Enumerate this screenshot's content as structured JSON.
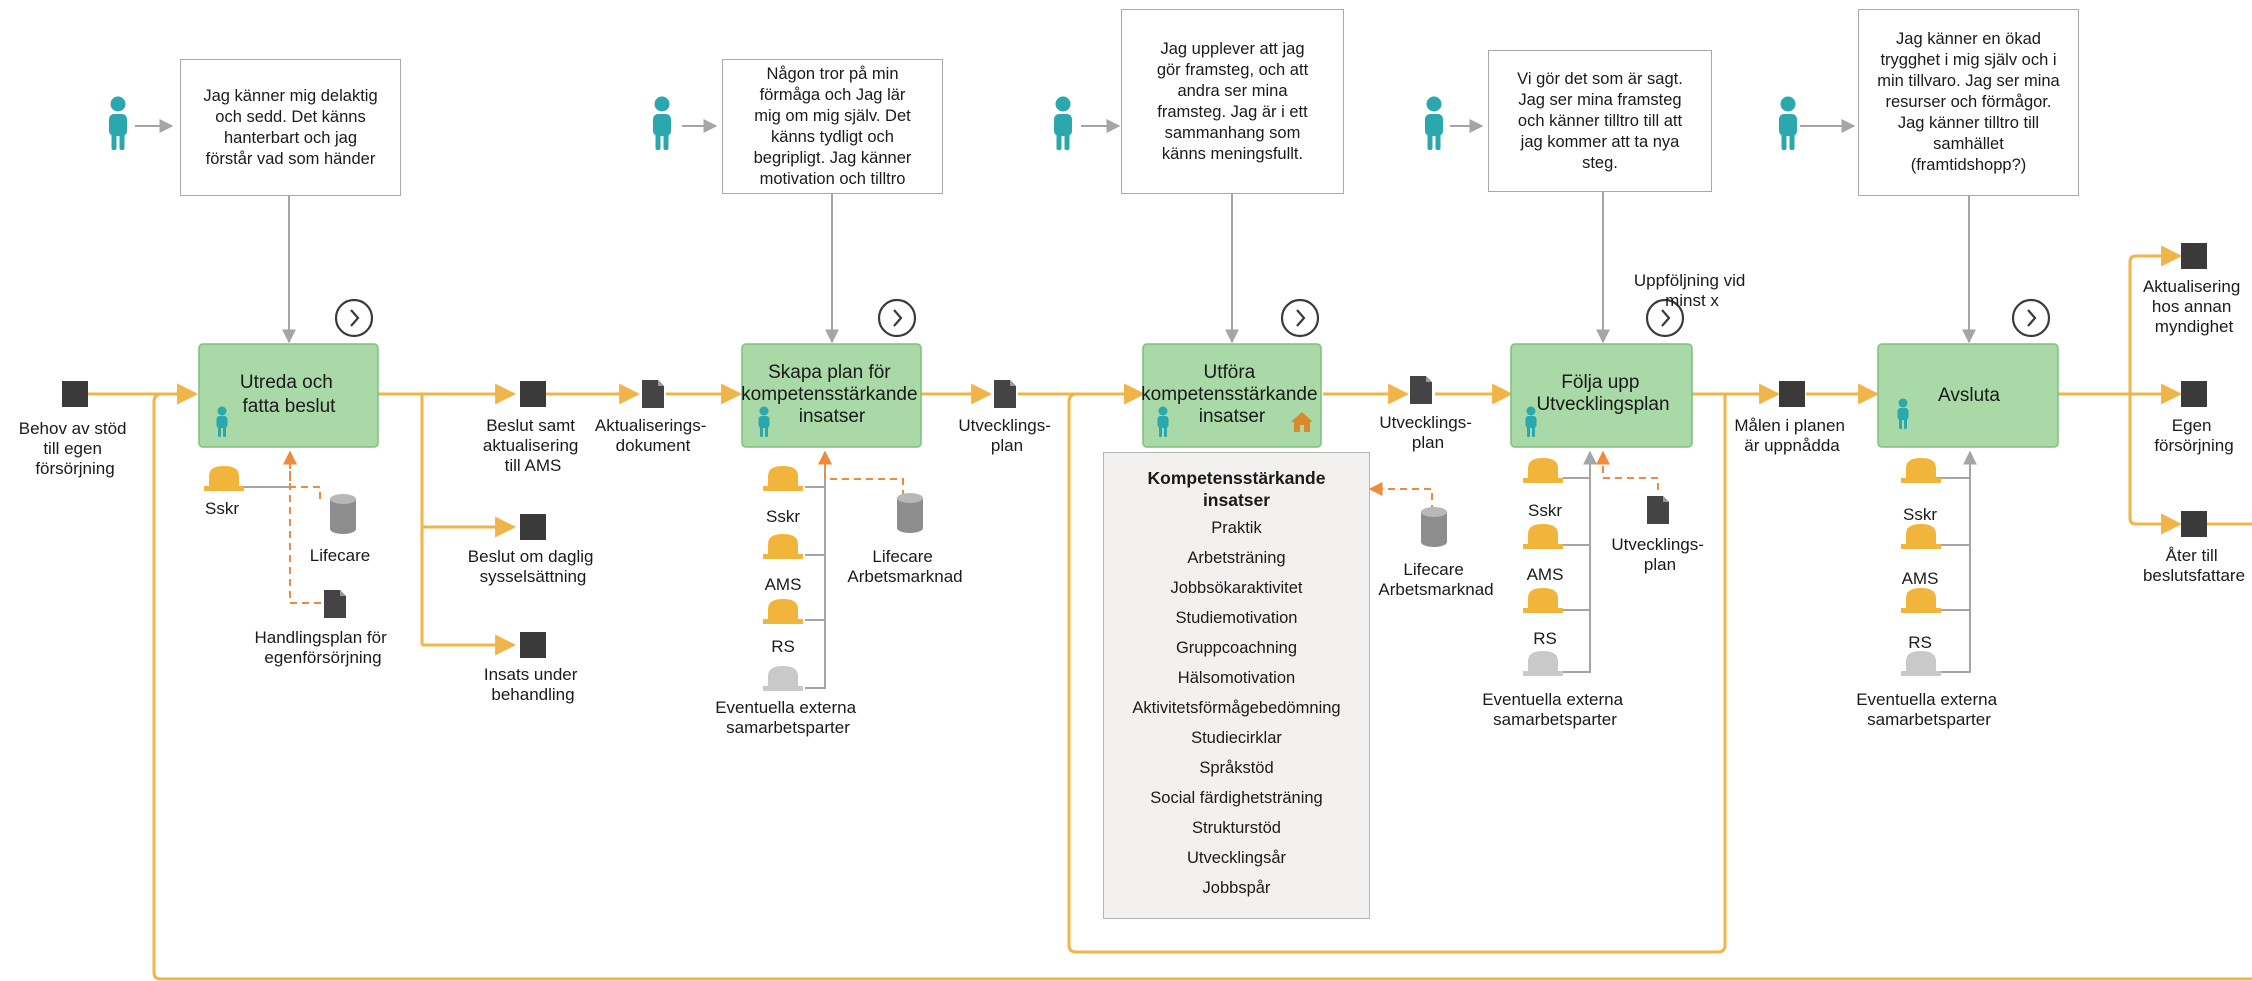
{
  "colors": {
    "flow": "#f0b548",
    "activity_fill": "#a8d9a6",
    "activity_stroke": "#7fc07c",
    "person": "#2aa8ad",
    "role_hat": "#f2b53c",
    "role_hat_gray": "#c9c9c9",
    "data_object": "#444444",
    "database": "#8d8d8d",
    "connector": "#a5a5a5",
    "association": "#f08a3c",
    "event": "#3a3a3a"
  },
  "icons": {
    "person": "person-icon",
    "role": "hard-hat-icon",
    "document": "document-icon",
    "database": "database-icon",
    "event": "event-square-icon",
    "timer": "chevron-circle-icon",
    "home": "home-icon"
  },
  "start": {
    "label": [
      "Behov av stöd",
      "till egen",
      "försörjning"
    ]
  },
  "bubbles": [
    {
      "lines": [
        "Jag känner mig delaktig",
        "och sedd. Det känns",
        "hanterbart och jag",
        "förstår vad som händer"
      ]
    },
    {
      "lines": [
        "Någon tror på min",
        "förmåga och Jag lär",
        "mig om mig själv. Det",
        "känns tydligt och",
        "begripligt. Jag känner",
        "motivation och tilltro"
      ]
    },
    {
      "lines": [
        "Jag upplever att jag",
        "gör framsteg, och att",
        "andra ser mina",
        "framsteg. Jag är i ett",
        "sammanhang som",
        "känns meningsfullt."
      ]
    },
    {
      "lines": [
        "Vi gör det som är sagt.",
        "Jag ser mina framsteg",
        "och känner tilltro till att",
        "jag kommer att ta nya",
        "steg."
      ]
    },
    {
      "lines": [
        "Jag känner en ökad",
        "trygghet i mig själv och i",
        "min tillvaro. Jag ser mina",
        "resurser och förmågor.",
        "Jag känner tilltro till",
        "samhället",
        "(framtidshopp?)"
      ]
    }
  ],
  "activities": [
    {
      "lines": [
        "Utreda och",
        "fatta beslut"
      ]
    },
    {
      "lines": [
        "Skapa plan för",
        "kompetensstärkande",
        "insatser"
      ]
    },
    {
      "lines": [
        "Utföra",
        "kompetensstärkande",
        "insatser"
      ]
    },
    {
      "lines": [
        "Följa upp",
        "Utvecklingsplan"
      ]
    },
    {
      "lines": [
        "Avsluta"
      ]
    }
  ],
  "outputs": {
    "a1": [
      {
        "lines": [
          "Beslut samt",
          "aktualisering",
          "till AMS"
        ]
      },
      {
        "lines": [
          "Beslut om daglig",
          "sysselsättning"
        ]
      },
      {
        "lines": [
          "Insats under",
          "behandling"
        ]
      }
    ],
    "aktualiseringsdokument": [
      "Aktualiserings-",
      "dokument"
    ],
    "utvecklingsplan_1": [
      "Utvecklings-",
      "plan"
    ],
    "utvecklingsplan_2": [
      "Utvecklings-",
      "plan"
    ],
    "malen": [
      "Målen i planen",
      "är uppnådda"
    ],
    "end": [
      {
        "lines": [
          "Aktualisering",
          "hos annan",
          "myndighet"
        ]
      },
      {
        "lines": [
          "Egen",
          "försörjning"
        ]
      },
      {
        "lines": [
          "Åter till",
          "beslutsfattare"
        ]
      }
    ]
  },
  "followup_note": [
    "Uppföljning vid",
    "minst x"
  ],
  "resources": {
    "a1": {
      "role": "Sskr",
      "system": "Lifecare",
      "document": [
        "Handlingsplan för",
        "egenförsörjning"
      ]
    },
    "a2": {
      "roles": [
        "Sskr",
        "AMS",
        "RS"
      ],
      "external": [
        "Eventuella externa",
        "samarbetsparter"
      ],
      "system": [
        "Lifecare",
        "Arbetsmarknad"
      ]
    },
    "a3": {
      "system": [
        "Lifecare",
        "Arbetsmarknad"
      ]
    },
    "a4": {
      "roles": [
        "Sskr",
        "AMS",
        "RS"
      ],
      "external": [
        "Eventuella externa",
        "samarbetsparter"
      ],
      "document": [
        "Utvecklings-",
        "plan"
      ]
    },
    "a5": {
      "roles": [
        "Sskr",
        "AMS",
        "RS"
      ],
      "external": [
        "Eventuella externa",
        "samarbetsparter"
      ]
    }
  },
  "insatser": {
    "title": [
      "Kompetensstärkande",
      "insatser"
    ],
    "items": [
      "Praktik",
      "Arbetsträning",
      "Jobbsökaraktivitet",
      "Studiemotivation",
      "Gruppcoachning",
      "Hälsomotivation",
      "Aktivitetsförmågebedömning",
      "Studiecirklar",
      "Språkstöd",
      "Social färdighetsträning",
      "Strukturstöd",
      "Utvecklingsår",
      "Jobbspår"
    ]
  }
}
